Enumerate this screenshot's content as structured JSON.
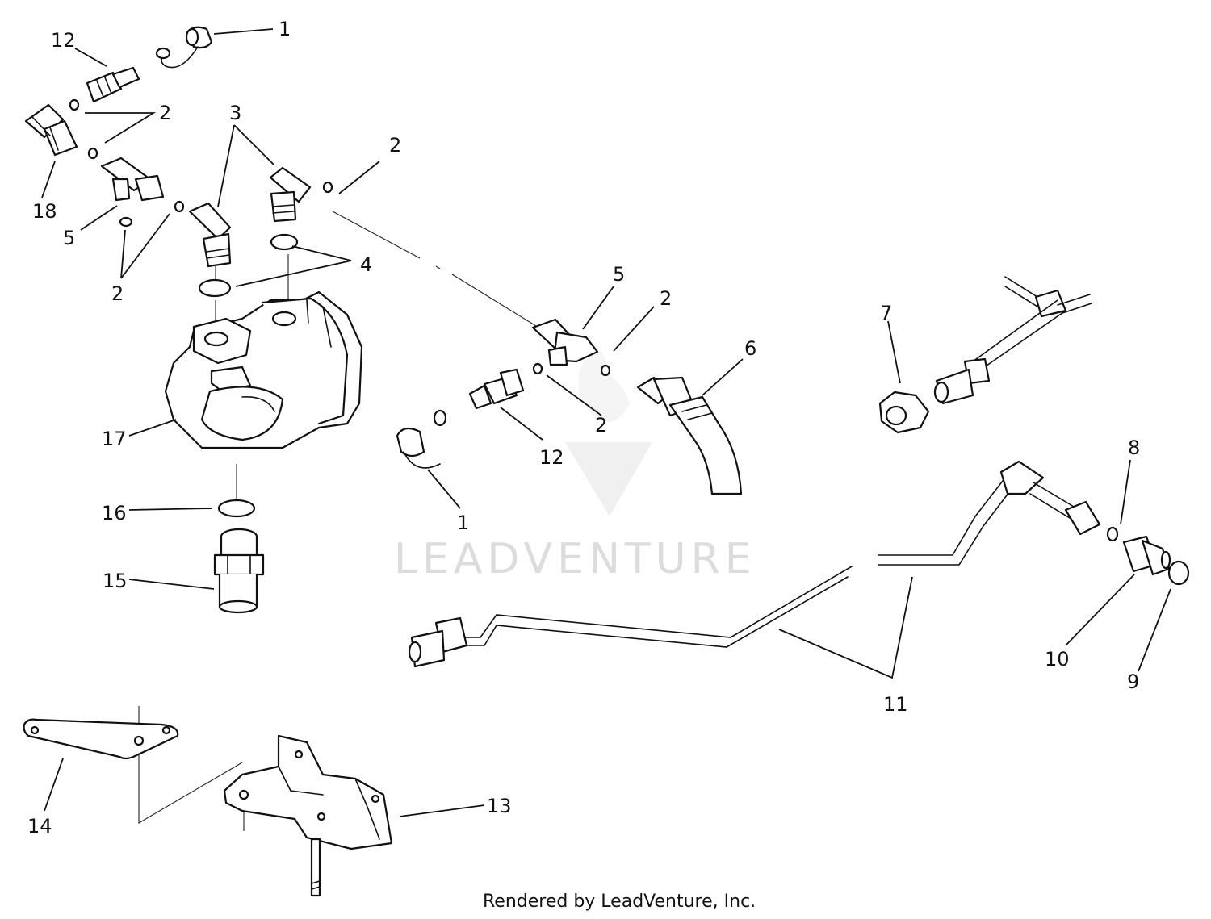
{
  "callouts": [
    {
      "id": "c1a",
      "text": "1"
    },
    {
      "id": "c1b",
      "text": "1"
    },
    {
      "id": "c2a",
      "text": "2"
    },
    {
      "id": "c2b",
      "text": "2"
    },
    {
      "id": "c2c",
      "text": "2"
    },
    {
      "id": "c2d",
      "text": "2"
    },
    {
      "id": "c2e",
      "text": "2"
    },
    {
      "id": "c3",
      "text": "3"
    },
    {
      "id": "c4",
      "text": "4"
    },
    {
      "id": "c5a",
      "text": "5"
    },
    {
      "id": "c5b",
      "text": "5"
    },
    {
      "id": "c6",
      "text": "6"
    },
    {
      "id": "c7",
      "text": "7"
    },
    {
      "id": "c8",
      "text": "8"
    },
    {
      "id": "c9",
      "text": "9"
    },
    {
      "id": "c10",
      "text": "10"
    },
    {
      "id": "c11",
      "text": "11"
    },
    {
      "id": "c12a",
      "text": "12"
    },
    {
      "id": "c12b",
      "text": "12"
    },
    {
      "id": "c13",
      "text": "13"
    },
    {
      "id": "c14",
      "text": "14"
    },
    {
      "id": "c15",
      "text": "15"
    },
    {
      "id": "c16",
      "text": "16"
    },
    {
      "id": "c17",
      "text": "17"
    },
    {
      "id": "c18",
      "text": "18"
    }
  ],
  "watermark": "LEADVENTURE",
  "credit": "Rendered by LeadVenture, Inc."
}
